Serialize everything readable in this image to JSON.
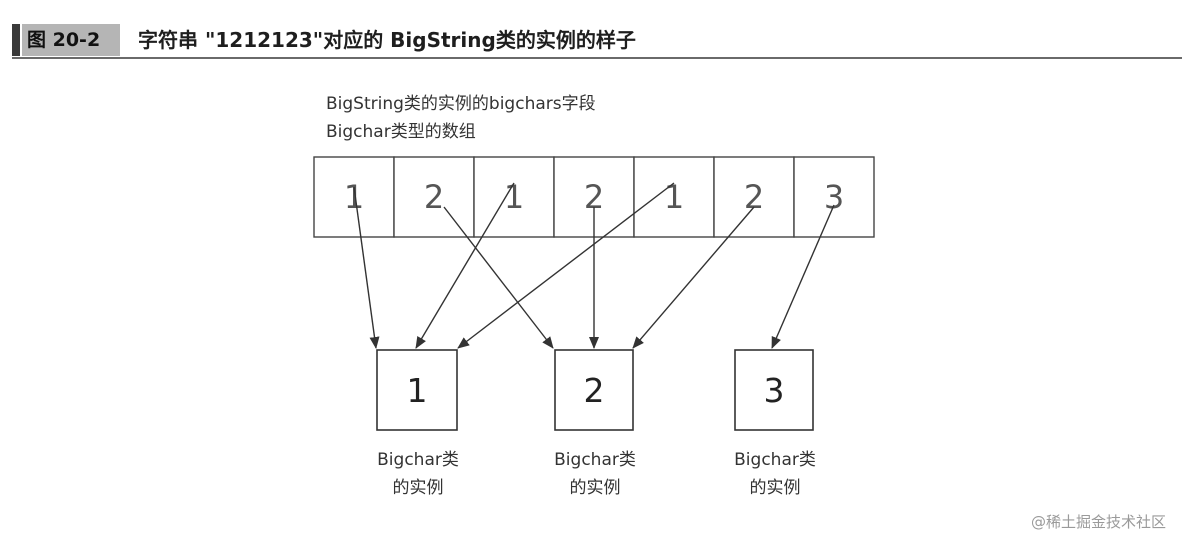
{
  "figure": {
    "label": "图 20-2",
    "title": "字符串 \"1212123\"对应的 BigString类的实例的样子"
  },
  "array": {
    "caption_line1": "BigString类的实例的bigchars字段",
    "caption_line2": "Bigchar类型的数组",
    "cells": [
      "1",
      "2",
      "1",
      "2",
      "1",
      "2",
      "3"
    ]
  },
  "instances": [
    {
      "value": "1",
      "caption_line1": "Bigchar类",
      "caption_line2": "的实例"
    },
    {
      "value": "2",
      "caption_line1": "Bigchar类",
      "caption_line2": "的实例"
    },
    {
      "value": "3",
      "caption_line1": "Bigchar类",
      "caption_line2": "的实例"
    }
  ],
  "links": [
    {
      "from_cell": 0,
      "to_instance": 0
    },
    {
      "from_cell": 1,
      "to_instance": 1
    },
    {
      "from_cell": 2,
      "to_instance": 0
    },
    {
      "from_cell": 3,
      "to_instance": 1
    },
    {
      "from_cell": 4,
      "to_instance": 0
    },
    {
      "from_cell": 5,
      "to_instance": 1
    },
    {
      "from_cell": 6,
      "to_instance": 2
    }
  ],
  "watermark": "@稀土掘金技术社区"
}
